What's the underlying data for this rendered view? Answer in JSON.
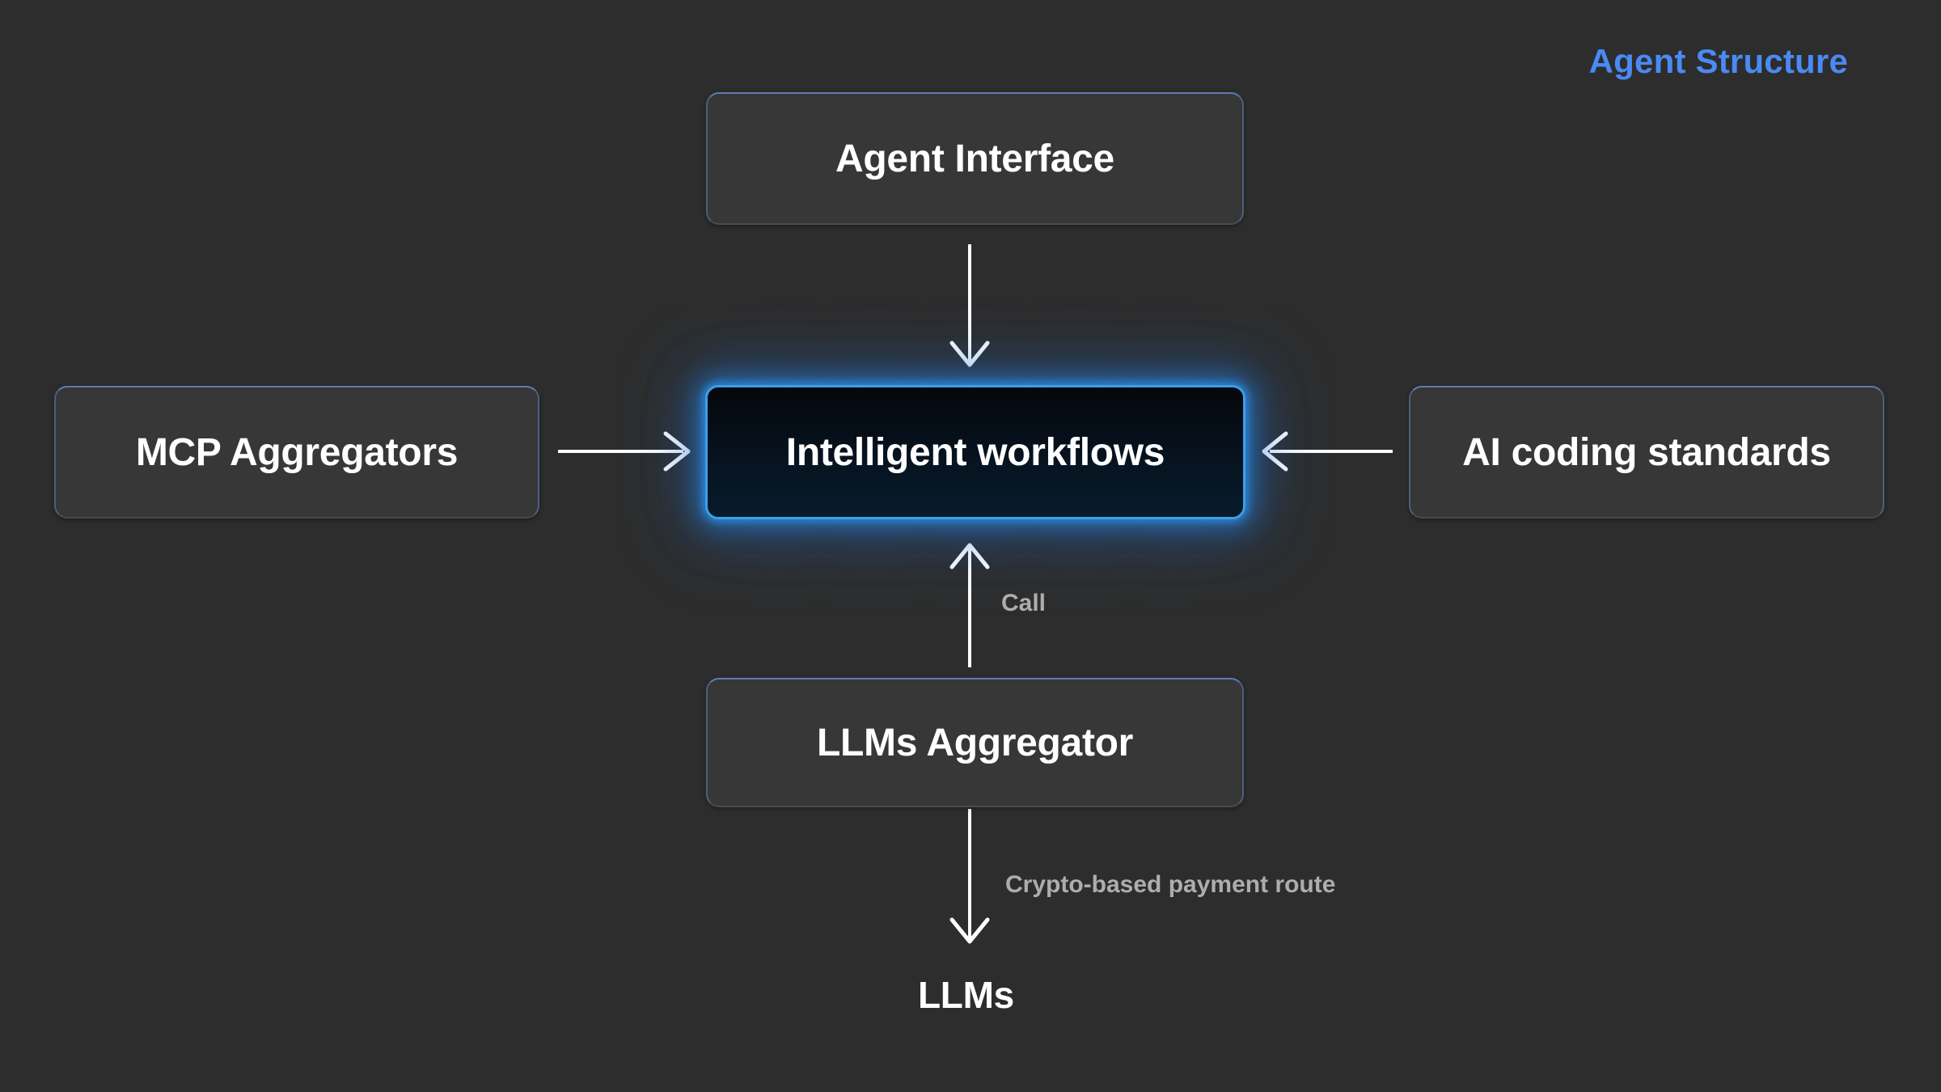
{
  "diagram": {
    "title": "Agent Structure",
    "title_color": "#4a8af4",
    "background_color": "#2d2d2d",
    "node_fill": "#373737",
    "highlight_border_color": "#3d9fe8",
    "label_color": "#adadad",
    "text_color": "#ffffff"
  },
  "nodes": [
    {
      "id": "agent-interface",
      "label": "Agent Interface",
      "type": "box",
      "highlighted": false
    },
    {
      "id": "mcp-aggregators",
      "label": "MCP Aggregators",
      "type": "box",
      "highlighted": false
    },
    {
      "id": "intelligent-workflows",
      "label": "Intelligent workflows",
      "type": "box",
      "highlighted": true
    },
    {
      "id": "ai-coding-standards",
      "label": "AI coding standards",
      "type": "box",
      "highlighted": false
    },
    {
      "id": "llms-aggregator",
      "label": "LLMs Aggregator",
      "type": "box",
      "highlighted": false
    },
    {
      "id": "llms",
      "label": "LLMs",
      "type": "text",
      "highlighted": false
    }
  ],
  "edges": [
    {
      "id": "e1",
      "from": "agent-interface",
      "to": "intelligent-workflows",
      "direction": "down",
      "label": ""
    },
    {
      "id": "e2",
      "from": "mcp-aggregators",
      "to": "intelligent-workflows",
      "direction": "right",
      "label": ""
    },
    {
      "id": "e3",
      "from": "ai-coding-standards",
      "to": "intelligent-workflows",
      "direction": "left",
      "label": ""
    },
    {
      "id": "e4",
      "from": "llms-aggregator",
      "to": "intelligent-workflows",
      "direction": "up",
      "label": "Call"
    },
    {
      "id": "e5",
      "from": "llms-aggregator",
      "to": "llms",
      "direction": "down",
      "label": "Crypto-based payment route"
    }
  ],
  "edge_labels": {
    "call": "Call",
    "crypto_route": "Crypto-based payment route"
  }
}
